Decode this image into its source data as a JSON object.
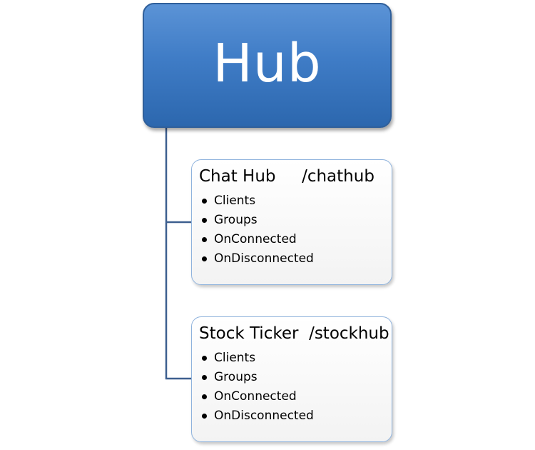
{
  "hub": {
    "title": "Hub",
    "fill_color": "#3f7cc6",
    "border_color": "#2f5f9a"
  },
  "connector_color": "#3d5f8f",
  "children": [
    {
      "title": "Chat Hub     /chathub",
      "items": [
        "Clients",
        "Groups",
        "OnConnected",
        "OnDisconnected"
      ]
    },
    {
      "title": "Stock Ticker  /stockhub",
      "items": [
        "Clients",
        "Groups",
        "OnConnected",
        "OnDisconnected"
      ]
    }
  ]
}
